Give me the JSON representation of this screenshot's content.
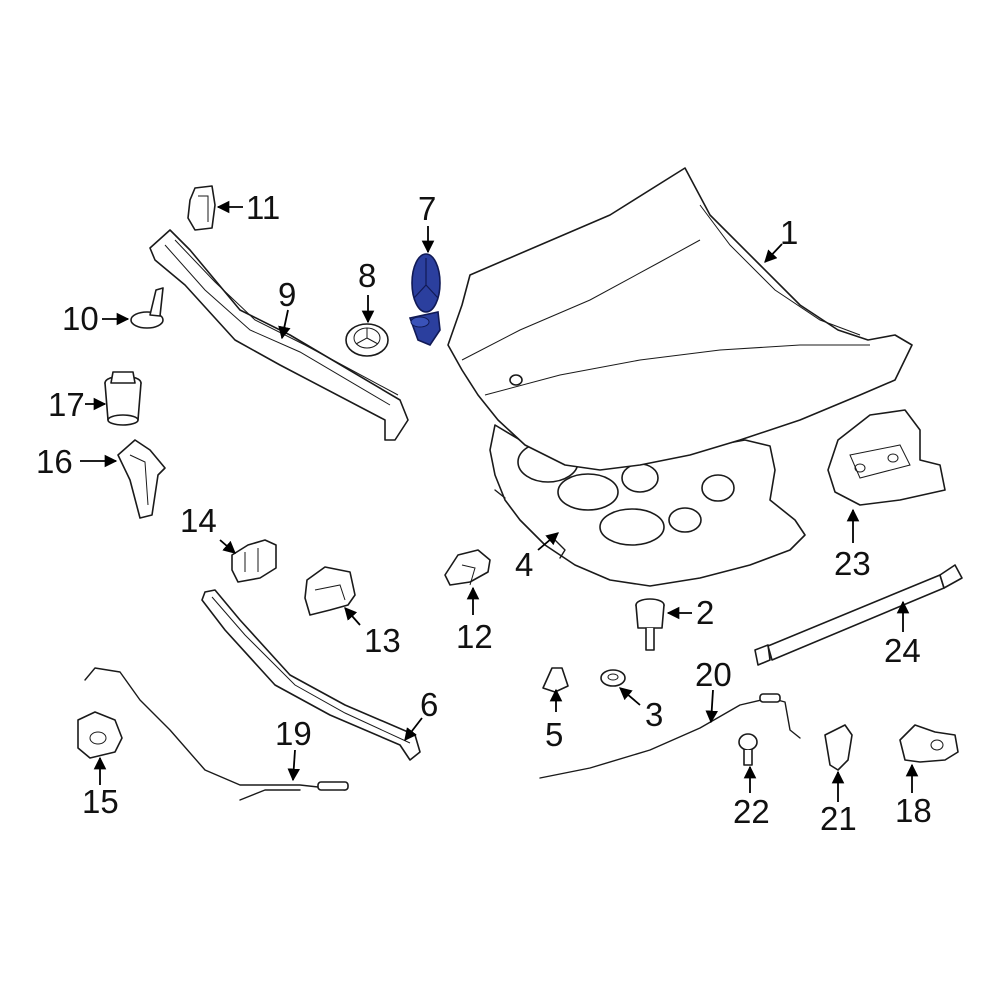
{
  "diagram": {
    "highlight_color": "#2b3f9e",
    "outline_color": "#1a1a1a",
    "background_color": "#ffffff",
    "highlighted_part": "7",
    "callouts": [
      {
        "id": "c1",
        "label": "1"
      },
      {
        "id": "c2",
        "label": "2"
      },
      {
        "id": "c3",
        "label": "3"
      },
      {
        "id": "c4",
        "label": "4"
      },
      {
        "id": "c5",
        "label": "5"
      },
      {
        "id": "c6",
        "label": "6"
      },
      {
        "id": "c7",
        "label": "7"
      },
      {
        "id": "c8",
        "label": "8"
      },
      {
        "id": "c9",
        "label": "9"
      },
      {
        "id": "c10",
        "label": "10"
      },
      {
        "id": "c11",
        "label": "11"
      },
      {
        "id": "c12",
        "label": "12"
      },
      {
        "id": "c13",
        "label": "13"
      },
      {
        "id": "c14",
        "label": "14"
      },
      {
        "id": "c15",
        "label": "15"
      },
      {
        "id": "c16",
        "label": "16"
      },
      {
        "id": "c17",
        "label": "17"
      },
      {
        "id": "c18",
        "label": "18"
      },
      {
        "id": "c19",
        "label": "19"
      },
      {
        "id": "c20",
        "label": "20"
      },
      {
        "id": "c21",
        "label": "21"
      },
      {
        "id": "c22",
        "label": "22"
      },
      {
        "id": "c23",
        "label": "23"
      },
      {
        "id": "c24",
        "label": "24"
      }
    ]
  }
}
